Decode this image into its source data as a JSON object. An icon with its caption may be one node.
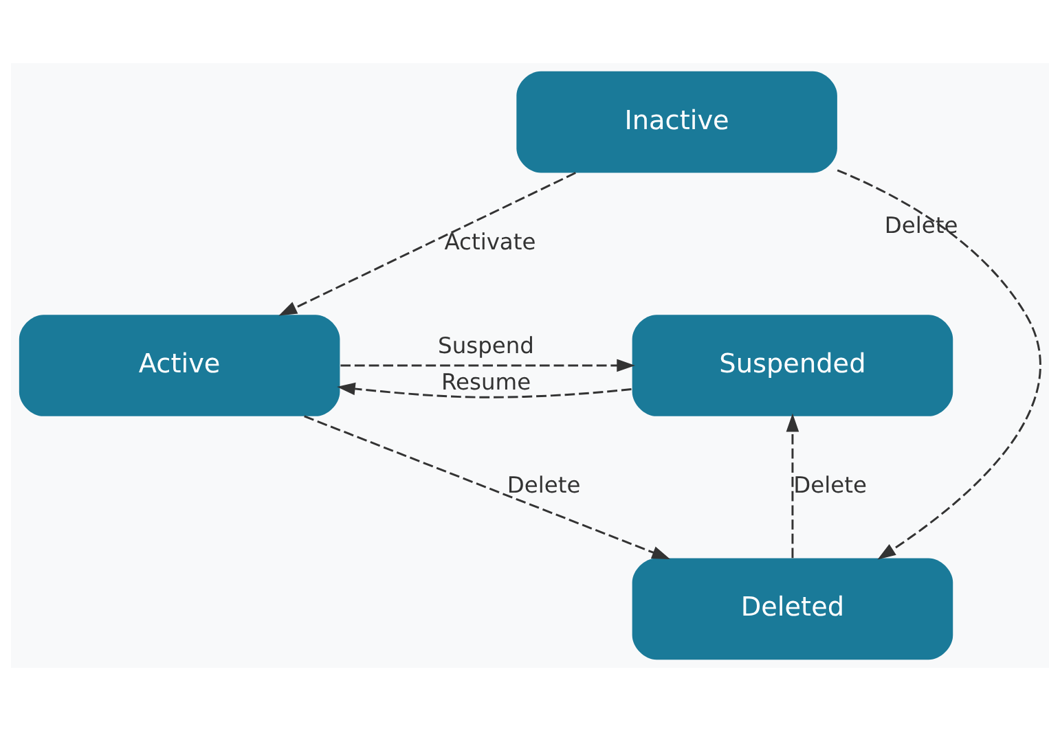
{
  "diagram": {
    "nodes": [
      {
        "text": [
          "Inactive"
        ]
      },
      {
        "text": [
          "Active"
        ]
      },
      {
        "text": [
          "Suspended"
        ]
      },
      {
        "text": [
          "Deleted"
        ]
      }
    ],
    "edges": [
      {
        "from": 0,
        "to": 1,
        "arrow": "to",
        "label": "Activate",
        "style": "dashed"
      },
      {
        "from": 1,
        "to": 2,
        "arrow": "to",
        "label": "Suspend",
        "style": "dashed"
      },
      {
        "from": 2,
        "to": 1,
        "arrow": "to",
        "label": "Resume",
        "style": "dashed"
      },
      {
        "from": 1,
        "to": 3,
        "arrow": "to",
        "label": "Delete",
        "style": "dashed"
      },
      {
        "from": 0,
        "to": 3,
        "arrow": "to",
        "label": "Delete",
        "style": "dashed"
      },
      {
        "from": 3,
        "to": 2,
        "arrow": "to",
        "label": "Delete",
        "style": "dashed"
      }
    ]
  }
}
